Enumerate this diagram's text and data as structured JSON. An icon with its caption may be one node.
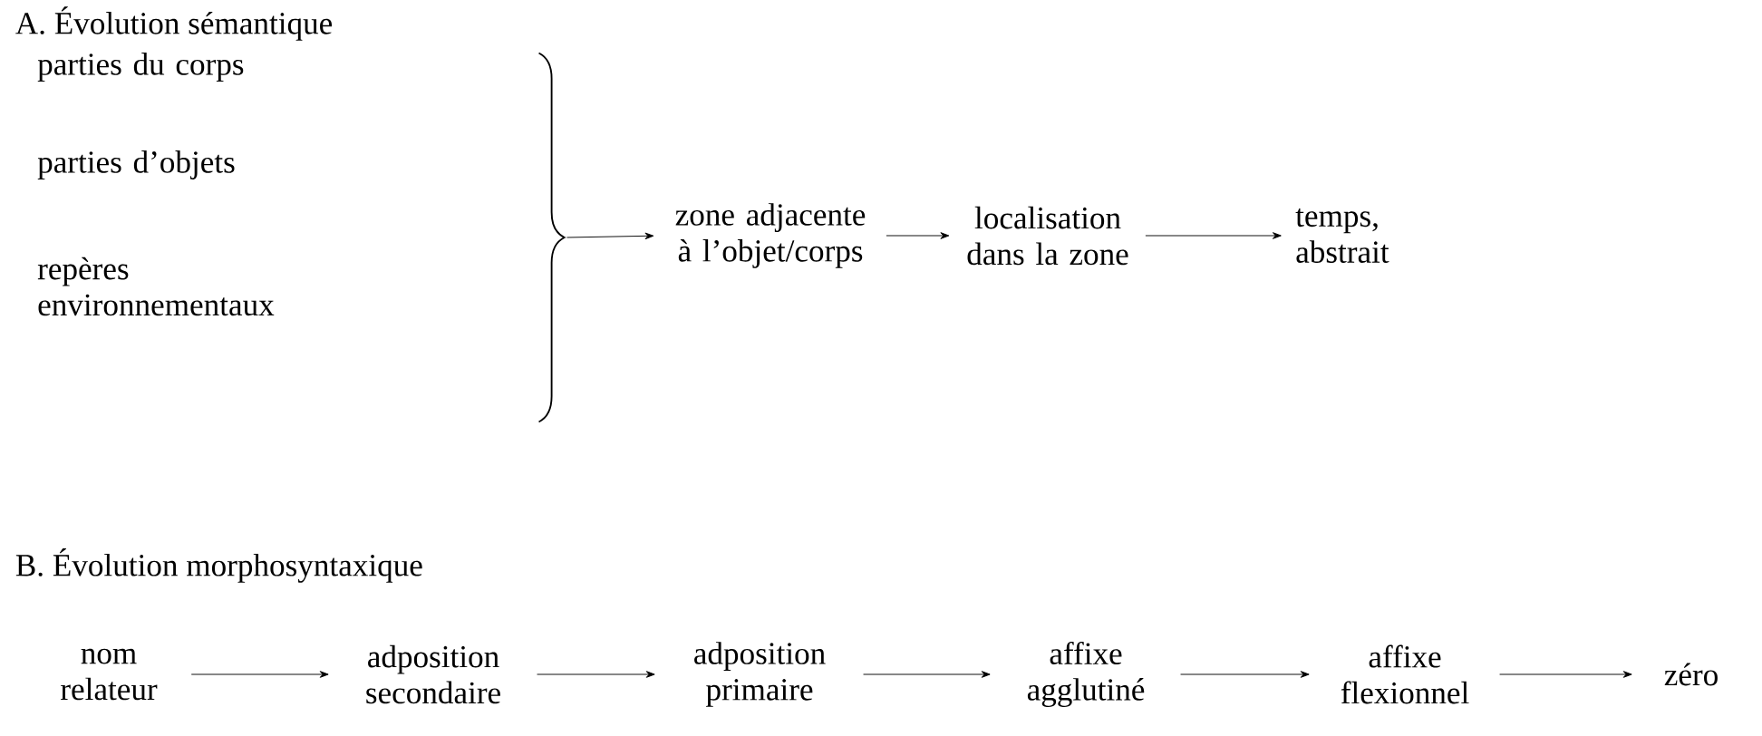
{
  "diagram": {
    "nodes": [
      {
        "text": [
          "parties du corps"
        ]
      },
      {
        "text": [
          "parties d’objets"
        ]
      },
      {
        "text": [
          "repères environnementaux"
        ]
      },
      {
        "text": [],
        "shape": "brace"
      },
      {
        "text": [
          "zone adjacente à l’objet/corps"
        ]
      },
      {
        "text": [
          "localisation dans la zone"
        ]
      },
      {
        "text": [
          "temps, abstrait"
        ]
      },
      {
        "text": [
          "nom relateur"
        ]
      },
      {
        "text": [
          "adposition secondaire"
        ]
      },
      {
        "text": [
          "adposition primaire"
        ]
      },
      {
        "text": [
          "affixe agglutiné"
        ]
      },
      {
        "text": [
          "affixe flexionnel"
        ]
      },
      {
        "text": [
          "zéro"
        ]
      }
    ],
    "edges": [
      {
        "from": 3,
        "to": 4,
        "arrow": "to"
      },
      {
        "from": 4,
        "to": 5,
        "arrow": "to"
      },
      {
        "from": 5,
        "to": 6,
        "arrow": "to"
      },
      {
        "from": 7,
        "to": 8,
        "arrow": "to"
      },
      {
        "from": 8,
        "to": 9,
        "arrow": "to"
      },
      {
        "from": 9,
        "to": 10,
        "arrow": "to"
      },
      {
        "from": 10,
        "to": 11,
        "arrow": "to"
      },
      {
        "from": 11,
        "to": 12,
        "arrow": "to"
      }
    ],
    "labels": [
      "A. Évolution sémantique",
      "B. Évolution morphosyntaxique"
    ]
  }
}
